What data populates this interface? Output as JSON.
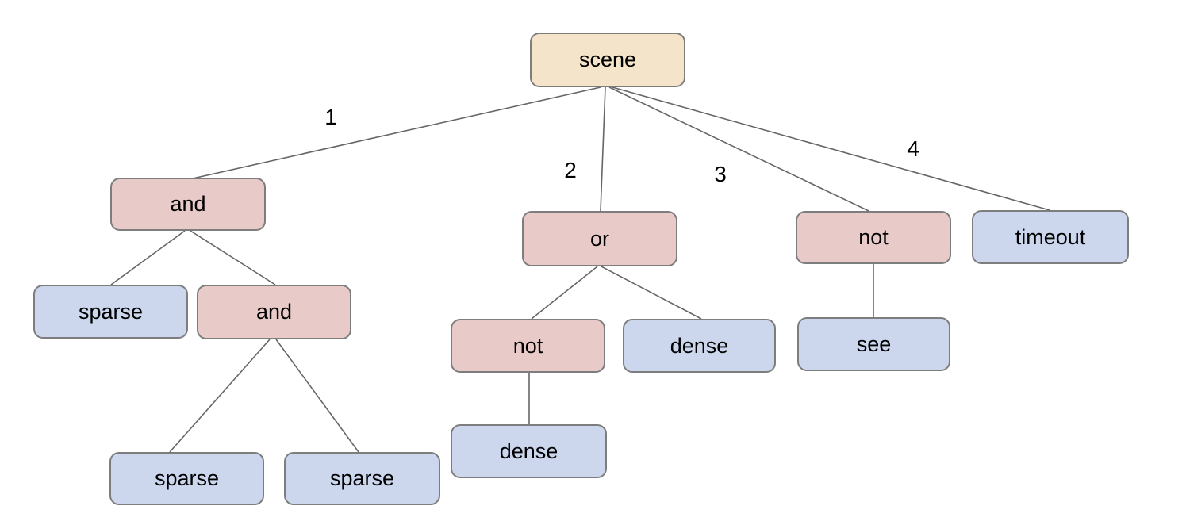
{
  "diagram": {
    "type": "tree",
    "palette": {
      "background": "#ffffff",
      "root_fill": "#f4e4c9",
      "operator_fill": "#e8cbc8",
      "leaf_fill": "#ccd7ee",
      "node_border": "#7d7d7d",
      "edge_color": "#666666",
      "text_color": "#000000"
    },
    "nodes": [
      {
        "id": "scene",
        "label": "scene",
        "role": "root"
      },
      {
        "id": "and-1",
        "label": "and",
        "role": "operator"
      },
      {
        "id": "sparse-1",
        "label": "sparse",
        "role": "leaf"
      },
      {
        "id": "and-2",
        "label": "and",
        "role": "operator"
      },
      {
        "id": "sparse-2",
        "label": "sparse",
        "role": "leaf"
      },
      {
        "id": "sparse-3",
        "label": "sparse",
        "role": "leaf"
      },
      {
        "id": "or-1",
        "label": "or",
        "role": "operator"
      },
      {
        "id": "not-1",
        "label": "not",
        "role": "operator"
      },
      {
        "id": "dense-1",
        "label": "dense",
        "role": "leaf"
      },
      {
        "id": "dense-2",
        "label": "dense",
        "role": "leaf"
      },
      {
        "id": "not-2",
        "label": "not",
        "role": "operator"
      },
      {
        "id": "see",
        "label": "see",
        "role": "leaf"
      },
      {
        "id": "timeout",
        "label": "timeout",
        "role": "leaf"
      }
    ],
    "edges": [
      {
        "from": "scene",
        "to": "and-1",
        "label": "1"
      },
      {
        "from": "scene",
        "to": "or-1",
        "label": "2"
      },
      {
        "from": "scene",
        "to": "not-2",
        "label": "3"
      },
      {
        "from": "scene",
        "to": "timeout",
        "label": "4"
      },
      {
        "from": "and-1",
        "to": "sparse-1"
      },
      {
        "from": "and-1",
        "to": "and-2"
      },
      {
        "from": "and-2",
        "to": "sparse-2"
      },
      {
        "from": "and-2",
        "to": "sparse-3"
      },
      {
        "from": "or-1",
        "to": "not-1"
      },
      {
        "from": "or-1",
        "to": "dense-2"
      },
      {
        "from": "not-1",
        "to": "dense-1"
      },
      {
        "from": "not-2",
        "to": "see"
      }
    ]
  }
}
